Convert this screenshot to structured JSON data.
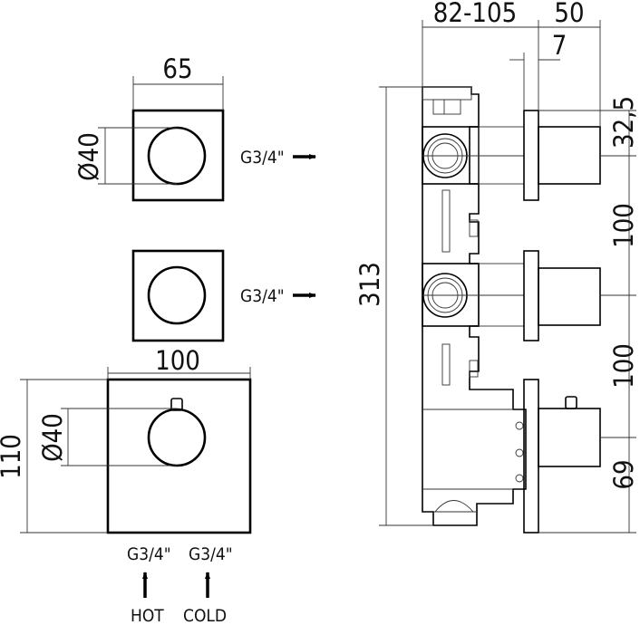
{
  "front_views": {
    "top": {
      "width_dim": "65",
      "diameter_dim": "Ø40",
      "connection": "G3/4\""
    },
    "middle": {
      "connection": "G3/4\""
    },
    "bottom": {
      "width_dim": "100",
      "height_dim": "110",
      "diameter_dim": "Ø40",
      "inlets": [
        {
          "thread": "G3/4\"",
          "label": "HOT"
        },
        {
          "thread": "G3/4\"",
          "label": "COLD"
        }
      ]
    }
  },
  "side_view": {
    "depth_dim": "82-105",
    "handle_dim": "50",
    "plate_dim": "7",
    "total_height_dim": "313",
    "top_offset_dim": "32,5",
    "spacing_1_dim": "100",
    "spacing_2_dim": "100",
    "bottom_offset_dim": "69"
  }
}
